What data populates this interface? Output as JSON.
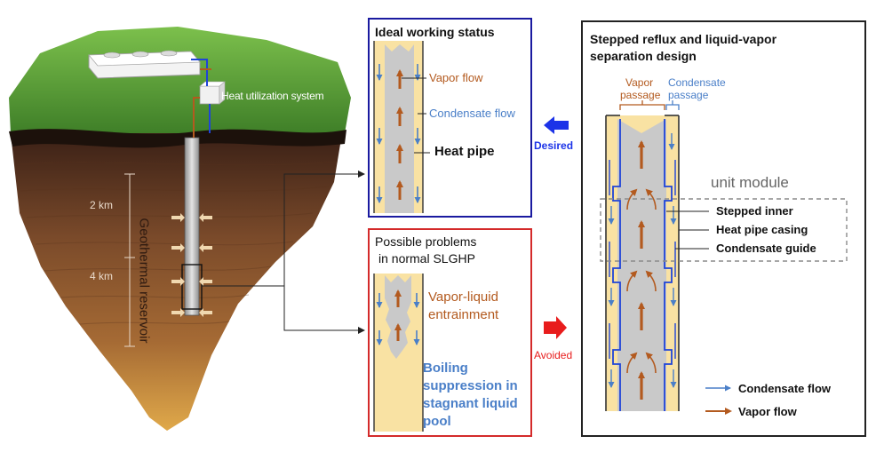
{
  "colors": {
    "vapor": "#b35a1f",
    "condensate": "#4a7fc8",
    "ideal_border": "#1a1aa0",
    "problem_border": "#d42a2a",
    "desired_arrow": "#1c33e8",
    "avoided_arrow": "#e81c1c",
    "pipe_fill": "#c9c9c9",
    "liquid_fill": "#f9e2a3",
    "soil_dark": "#3e2418",
    "soil_light": "#c48a45",
    "grass": "#4f9a33"
  },
  "landscape": {
    "surface_system_label": "Heat utilization system",
    "depth_labels": [
      "2 km",
      "4 km"
    ],
    "reservoir_label": "Geothermal reservoir"
  },
  "ideal_panel": {
    "title": "Ideal working status",
    "vapor_label": "Vapor flow",
    "condensate_label": "Condensate flow",
    "pipe_label": "Heat pipe"
  },
  "problem_panel": {
    "title_line1": "Possible problems",
    "title_line2": "in normal SLGHP",
    "entrainment_line1": "Vapor-liquid",
    "entrainment_line2": "entrainment",
    "boiling_lines": [
      "Boiling",
      "suppression in",
      "stagnant liquid",
      "pool"
    ]
  },
  "arrows": {
    "desired_label": "Desired",
    "avoided_label": "Avoided"
  },
  "design_panel": {
    "title_line1": "Stepped reflux and liquid-vapor",
    "title_line2": "separation design",
    "vapor_passage_line1": "Vapor",
    "vapor_passage_line2": "passage",
    "condensate_passage_line1": "Condensate",
    "condensate_passage_line2": "passage",
    "unit_module_label": "unit module",
    "stepped_inner_label": "Stepped inner",
    "casing_label": "Heat pipe casing",
    "guide_label": "Condensate guide",
    "legend_condensate": "Condensate flow",
    "legend_vapor": "Vapor flow"
  }
}
